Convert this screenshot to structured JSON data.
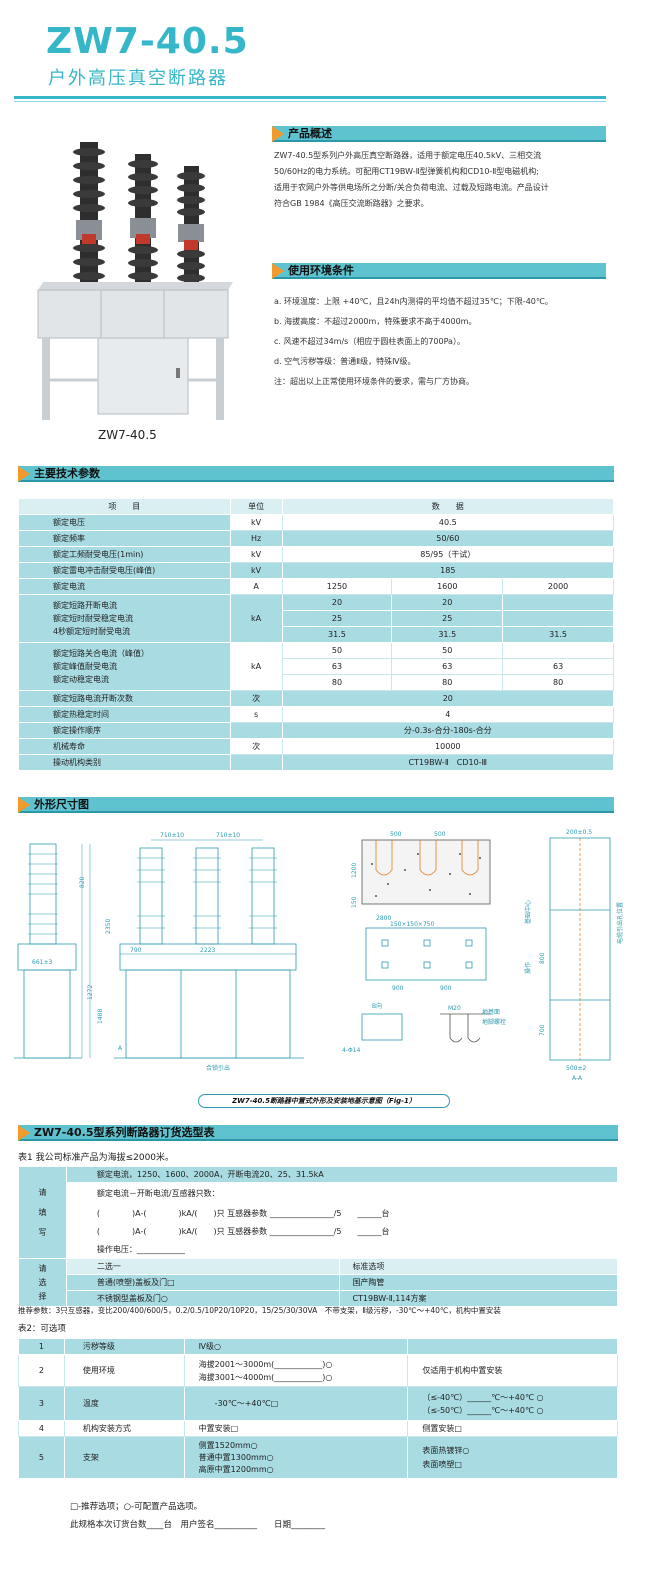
{
  "header": {
    "model": "ZW7-40.5",
    "subtitle": "户外高压真空断路器"
  },
  "product_caption": "ZW7-40.5",
  "overview": {
    "title": "产品概述",
    "lines": [
      "ZW7-40.5型系列户外高压真空断路器，适用于额定电压40.5kV、三相交流",
      "50/60Hz的电力系统。可配用CT19BW-Ⅱ型弹簧机构和CD10-Ⅱ型电磁机构;",
      "适用于农网户外等供电场所之分断/关合负荷电流、过载及短路电流。产品设计",
      "符合GB 1984《高压交流断路器》之要求。"
    ]
  },
  "environment": {
    "title": "使用环境条件",
    "lines": [
      "a. 环境温度：上限 +40℃，且24h内测得的平均值不超过35℃；下限-40℃。",
      "b. 海拔高度：不超过2000m，特殊要求不高于4000m。",
      "c. 风速不超过34m/s（相应于圆柱表面上的700Pa）。",
      "d. 空气污秽等级：普通Ⅱ级，特殊Ⅳ级。",
      "注：超出以上正常使用环境条件的要求，需与厂方协商。"
    ]
  },
  "spec": {
    "title": "主要技术参数",
    "headers": [
      "项　　目",
      "单位",
      "数　　据"
    ],
    "r_voltage": [
      "额定电压",
      "kV",
      "40.5"
    ],
    "r_freq": [
      "额定频率",
      "Hz",
      "50/60"
    ],
    "r_pf": [
      "额定工频耐受电压(1min)",
      "kV",
      "85/95（干试）"
    ],
    "r_li": [
      "额定雷电冲击耐受电压(峰值)",
      "kV",
      "185"
    ],
    "r_cur": [
      "额定电流",
      "A",
      "1250",
      "1600",
      "2000"
    ],
    "g1_labels": [
      "额定短路开断电流",
      "额定短时耐受稳定电流",
      "4秒额定短时耐受电流"
    ],
    "g1_unit": "kA",
    "g1_rows": [
      [
        "20",
        "20",
        ""
      ],
      [
        "25",
        "25",
        ""
      ],
      [
        "31.5",
        "31.5",
        "31.5"
      ]
    ],
    "g2_labels": [
      "额定短路关合电流（峰值）",
      "额定峰值耐受电流",
      "额定动稳定电流"
    ],
    "g2_unit": "kA",
    "g2_rows": [
      [
        "50",
        "50",
        ""
      ],
      [
        "63",
        "63",
        "63"
      ],
      [
        "80",
        "80",
        "80"
      ]
    ],
    "r_times": [
      "额定短路电流开断次数",
      "次",
      "20"
    ],
    "r_therm": [
      "额定热稳定时间",
      "s",
      "4"
    ],
    "r_seq": [
      "额定操作顺序",
      "",
      "分-0.3s-合分-180s-合分"
    ],
    "r_life": [
      "机械寿命",
      "次",
      "10000"
    ],
    "r_mech": [
      "操动机构类别",
      "",
      "CT19BW-Ⅱ　CD10-Ⅲ"
    ]
  },
  "dimensions": {
    "title": "外形尺寸图",
    "caption": "ZW7-40.5断路器中置式外形及安装地基示意图（Fig-1）",
    "labels": {
      "d710a": "710±10",
      "d710b": "710±10",
      "d820": "820",
      "d2350": "2350",
      "d1272": "1272",
      "d1488": "1488",
      "d661": "661±3",
      "d790": "790",
      "d2223": "2223",
      "d500a": "500",
      "d500b": "500",
      "d1200": "1200",
      "d150": "150",
      "d2800": "2800",
      "d150x": "150×150×750",
      "d900a": "900",
      "d900b": "900",
      "dM20": "M20",
      "dground": "地基面",
      "dbolt": "地脚螺栓",
      "d4phi": "4-Φ14",
      "dB": "B向",
      "dpb": "合锁引出",
      "d200": "200±0.5",
      "d500x2": "500±2",
      "dAA": "A-A",
      "d700": "700",
      "d800": "800",
      "dA": "A",
      "v1": "基础中心",
      "v2": "操作",
      "v3": "电缆引出孔位置"
    }
  },
  "order": {
    "title": "ZW7-40.5型系列断路器订货选型表",
    "t1_caption": "表1 我公司标准产品为海拔≤2000米。",
    "fill_label": "请填写",
    "fill_lines": [
      "额定电流，1250、1600、2000A，开断电流20、25、31.5kA",
      "额定电流－开断电流/互感器只数：",
      "(　　　　)A-(　　　　)kA/(　　)只 互感器参数 ________________/5　　______台",
      "(　　　　)A-(　　　　)kA/(　　)只 互感器参数 ________________/5　　______台",
      "操作电压：____________"
    ],
    "select_label": "请选择",
    "select_head_left": "二选一",
    "select_head_right": "标准选项",
    "select_left": [
      "普通(喷塑)盖板及门□",
      "不锈钢型盖板及门○"
    ],
    "select_right": [
      "国产陶管",
      "CT19BW-Ⅱ,114方案"
    ],
    "recommend": "推荐参数：3只互感器，变比200/400/600/5，0.2/0.5/10P20/10P20，15/25/30/30VA　不带支架，Ⅱ级污秽，-30℃～+40℃，机构中置安装",
    "t2_caption": "表2：可选项",
    "t2_rows": [
      {
        "no": "1",
        "item": "污秽等级",
        "mid": [
          "Ⅳ级○"
        ],
        "right": [
          ""
        ]
      },
      {
        "no": "2",
        "item": "使用环境",
        "mid": [
          "海拔2001～3000m(____________)○",
          "海拔3001～4000m(____________)○"
        ],
        "right": [
          "仅适用于机构中置安装"
        ]
      },
      {
        "no": "3",
        "item": "温度",
        "mid": [
          "-30℃～+40℃□"
        ],
        "right": [
          "（≤-40℃）______℃～+40℃ ○",
          "（≤-50℃）______℃～+40℃ ○"
        ]
      },
      {
        "no": "4",
        "item": "机构安装方式",
        "mid": [
          "中置安装□"
        ],
        "right": [
          "侧置安装□"
        ]
      },
      {
        "no": "5",
        "item": "支架",
        "mid": [
          "侧置1520mm○",
          "普通中置1300mm○",
          "高原中置1200mm○"
        ],
        "right": [
          "表面热镀锌○",
          "表面喷塑□"
        ]
      }
    ],
    "footnote": "□-推荐选项；○-可配置产品选项。",
    "sign_line": "此规格本次订货台数____台　用户签名__________　　日期________"
  }
}
